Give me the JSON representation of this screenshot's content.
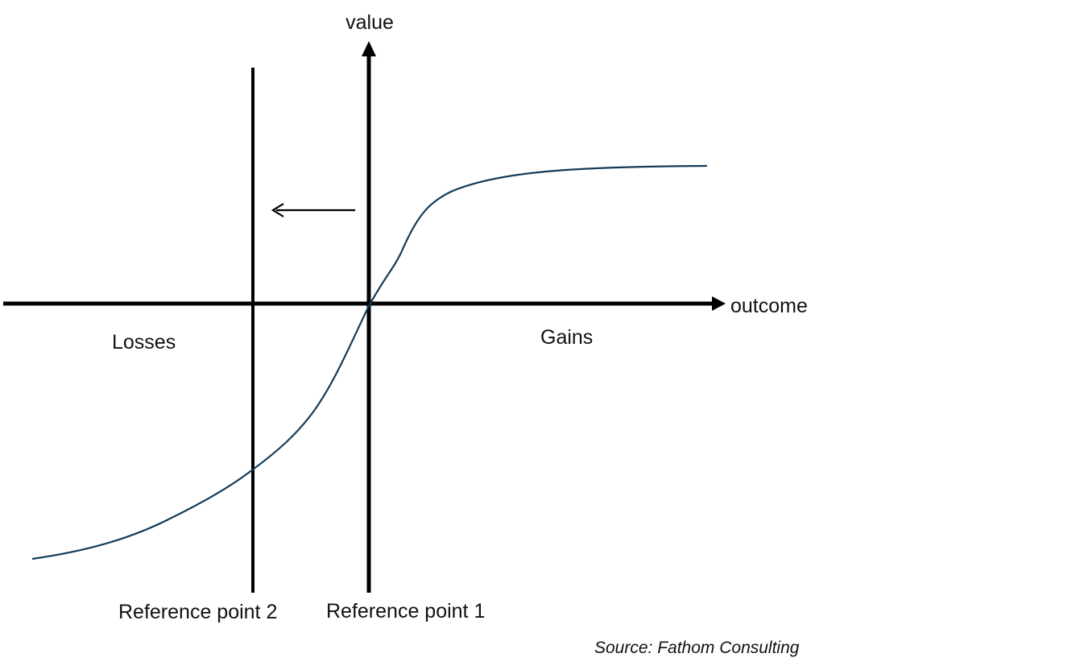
{
  "labels": {
    "y_axis": "value",
    "x_axis": "outcome",
    "losses": "Losses",
    "gains": "Gains",
    "reference_point_1": "Reference point 1",
    "reference_point_2": "Reference point 2",
    "source": "Source: Fathom Consulting"
  },
  "colors": {
    "curve": "#123c5a",
    "axes": "#000000",
    "text": "#111111"
  }
}
